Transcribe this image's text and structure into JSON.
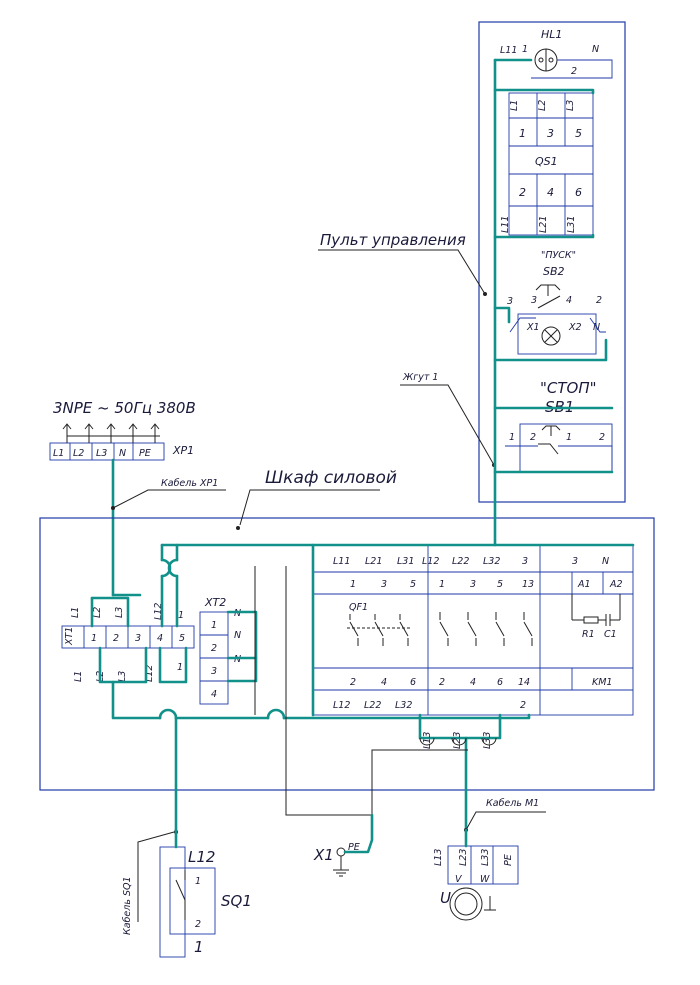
{
  "supply": {
    "title": "3NPE ~ 50Гц 380В",
    "xp": "XP1",
    "pins": [
      "L1",
      "L2",
      "L3",
      "N",
      "PE"
    ]
  },
  "cable_xp1": "Кабель XP1",
  "cabinet_label": "Шкаф силовой",
  "console_label": "Пульт управления",
  "harness_label": "Жгут 1",
  "hl1": {
    "name": "HL1",
    "pin1": "1",
    "pin2": "2",
    "left": "L11",
    "right": "N"
  },
  "qs1": {
    "name": "QS1",
    "top": [
      "L1",
      "L2",
      "L3"
    ],
    "row1": [
      "1",
      "3",
      "5"
    ],
    "row2": [
      "2",
      "4",
      "6"
    ],
    "bottom": [
      "L11",
      "L21",
      "L31"
    ]
  },
  "sb2": {
    "title": "\"ПУСК\"",
    "name": "SB2",
    "left": "3",
    "p3": "3",
    "p4": "4",
    "right": "2",
    "x1": "X1",
    "x2": "X2",
    "n": "N"
  },
  "sb1": {
    "title": "\"СТОП\"",
    "name": "SB1",
    "left": "1",
    "p2": "2",
    "p1": "1",
    "right": "2"
  },
  "xt1": {
    "name": "XT1",
    "top": [
      "L1",
      "L2",
      "L3",
      "L12",
      "1"
    ],
    "nums": [
      "1",
      "2",
      "3",
      "4",
      "5"
    ],
    "bottom": [
      "L1",
      "L2",
      "L3",
      "L12",
      "1"
    ]
  },
  "xt2": {
    "name": "XT2",
    "nums": [
      "1",
      "2",
      "3",
      "4"
    ],
    "n": [
      "N",
      "N",
      "N"
    ]
  },
  "km_header": [
    "L11",
    "L21",
    "L31",
    "L12",
    "L22",
    "L32",
    "3",
    "3",
    "N"
  ],
  "km_top": [
    "1",
    "3",
    "5",
    "1",
    "3",
    "5",
    "13",
    "A1",
    "A2"
  ],
  "qf1": "QF1",
  "r1": "R1",
  "c1": "C1",
  "km_bottom": [
    "2",
    "4",
    "6",
    "2",
    "4",
    "6",
    "14"
  ],
  "km1": "KM1",
  "km_out": [
    "L12",
    "L22",
    "L32",
    "2"
  ],
  "out3": [
    "L13",
    "L23",
    "L33"
  ],
  "cable_m1": "Кабель M1",
  "motor": {
    "wires": [
      "L13",
      "L23",
      "L33",
      "PE"
    ],
    "phases": [
      "U",
      "V",
      "W"
    ]
  },
  "x1": {
    "name": "X1",
    "pe": "PE"
  },
  "sq1": {
    "name": "SQ1",
    "wire": "L12",
    "p1": "1",
    "p2": "2",
    "bottom": "1",
    "cable": "Кабель SQ1"
  }
}
